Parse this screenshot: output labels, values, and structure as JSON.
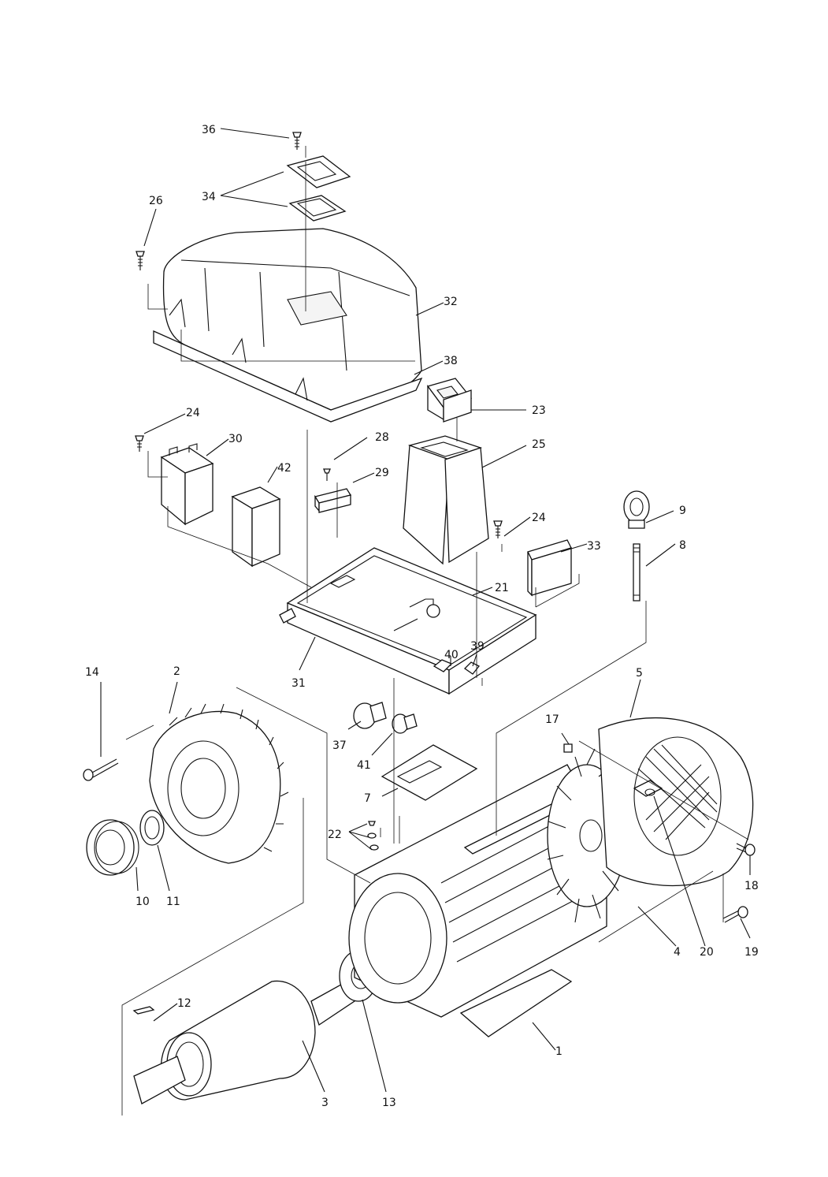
{
  "callouts": {
    "c1": "1",
    "c2": "2",
    "c3": "3",
    "c4": "4",
    "c5": "5",
    "c7": "7",
    "c8": "8",
    "c9": "9",
    "c10": "10",
    "c11": "11",
    "c12": "12",
    "c13": "13",
    "c14": "14",
    "c17": "17",
    "c18": "18",
    "c19": "19",
    "c20": "20",
    "c21": "21",
    "c22": "22",
    "c23": "23",
    "c24a": "24",
    "c24b": "24",
    "c25": "25",
    "c26": "26",
    "c28": "28",
    "c29": "29",
    "c30": "30",
    "c31": "31",
    "c32": "32",
    "c33": "33",
    "c34": "34",
    "c36": "36",
    "c37": "37",
    "c38": "38",
    "c39": "39",
    "c40": "40",
    "c41": "41",
    "c42": "42"
  }
}
